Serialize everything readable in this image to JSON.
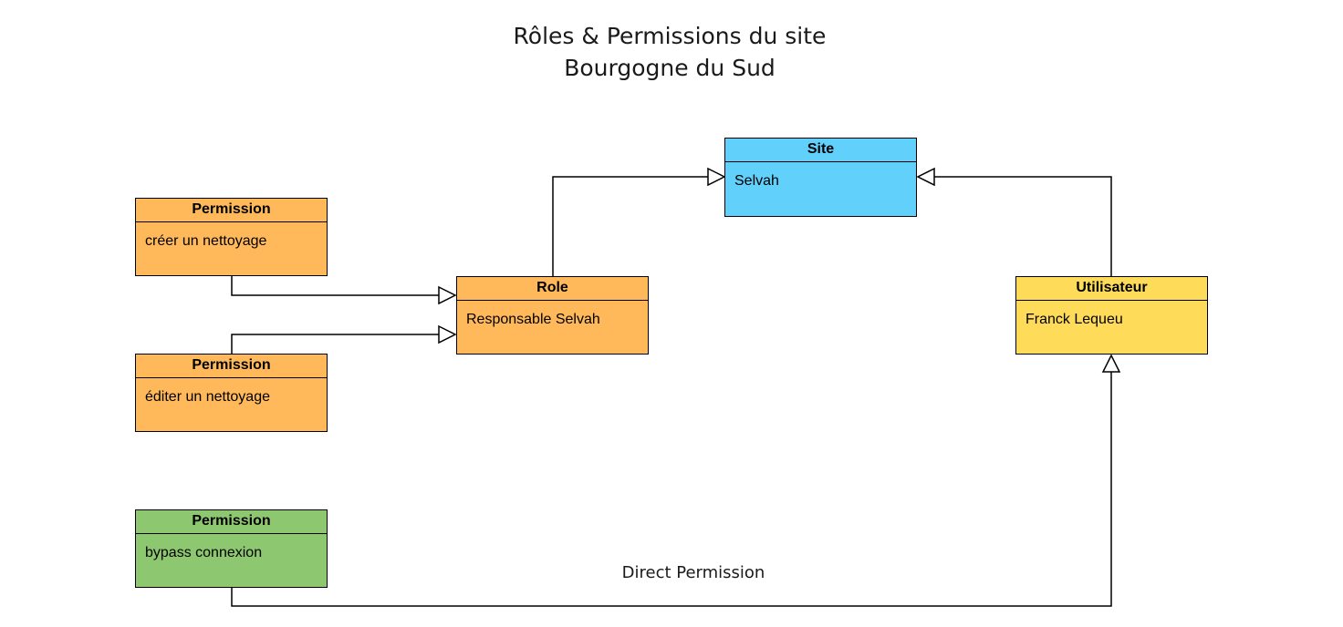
{
  "diagram": {
    "title_line1": "Rôles & Permissions du site",
    "title_line2": "Bourgogne du Sud",
    "colors": {
      "permission_orange": "#FFB95A",
      "permission_green": "#8DC870",
      "site_blue": "#61D0FA",
      "utilisateur_yellow": "#FFDB5A",
      "stroke": "#000000"
    },
    "nodes": {
      "site": {
        "header": "Site",
        "value": "Selvah"
      },
      "role": {
        "header": "Role",
        "value": "Responsable Selvah"
      },
      "utilisateur": {
        "header": "Utilisateur",
        "value": "Franck Lequeu"
      },
      "permission_create": {
        "header": "Permission",
        "value": "créer un nettoyage"
      },
      "permission_edit": {
        "header": "Permission",
        "value": "éditer un nettoyage"
      },
      "permission_bypass": {
        "header": "Permission",
        "value": "bypass connexion"
      }
    },
    "edges": {
      "direct_permission_label": "Direct Permission"
    }
  }
}
